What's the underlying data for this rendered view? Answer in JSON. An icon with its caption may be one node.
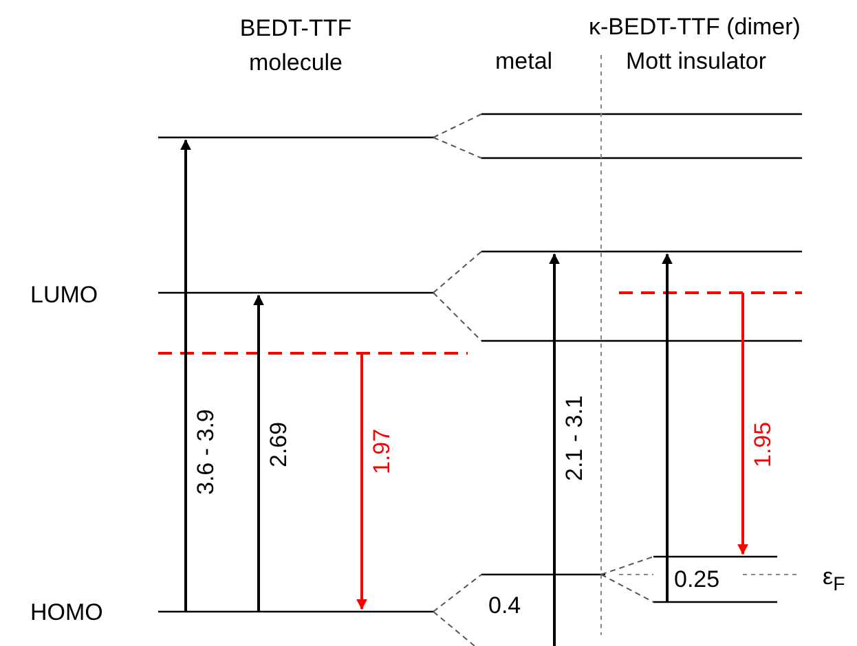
{
  "diagram": {
    "labels": [
      "BEDT-TTF molecule",
      "κ-BEDT-TTF (dimer)",
      "metal",
      "Mott insulator",
      "LUMO",
      "3.6 - 3.9",
      "2.69",
      "1.97",
      "2.1 - 3.1",
      "1.95",
      "0.25",
      "ε$_{F}$",
      "HOMO",
      "0.4"
    ]
  }
}
